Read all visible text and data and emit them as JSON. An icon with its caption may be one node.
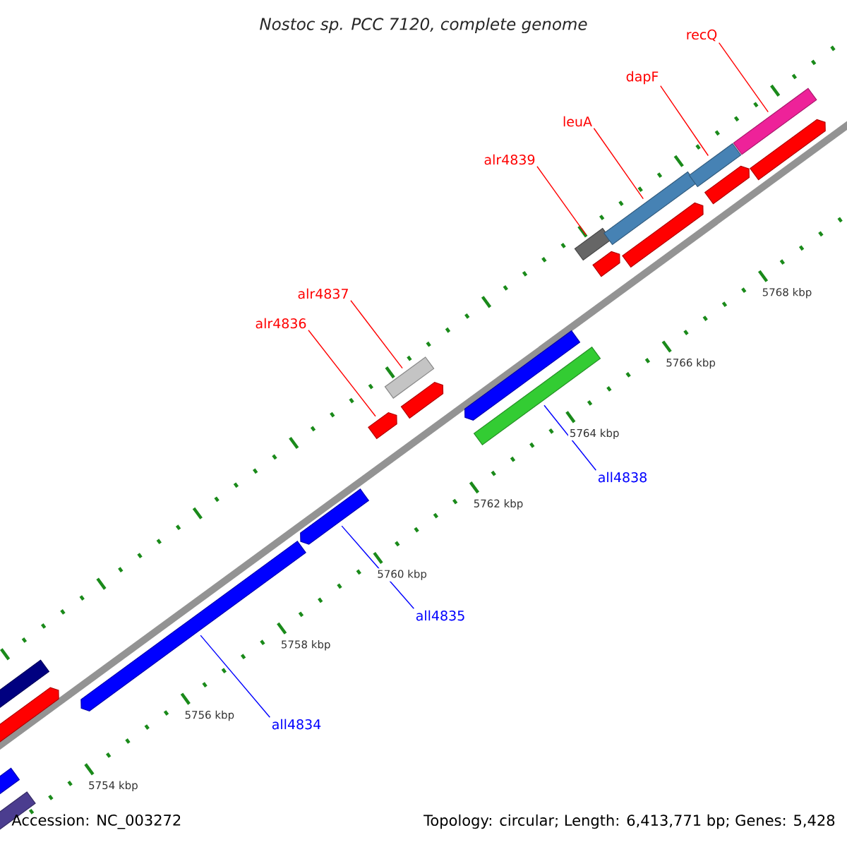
{
  "diagram": {
    "title": "Nostoc sp. PCC 7120, complete genome",
    "nodes": [
      {
        "text": [
          "alr4839"
        ]
      },
      {
        "text": [
          "leuA"
        ]
      },
      {
        "text": [
          "dapF"
        ]
      },
      {
        "text": [
          "recQ"
        ]
      },
      {
        "text": [
          "alr4837"
        ]
      },
      {
        "text": [
          "alr4836"
        ]
      },
      {
        "text": [
          "all4838"
        ]
      },
      {
        "text": [
          "all4835"
        ]
      },
      {
        "text": [
          "all4834"
        ]
      },
      {
        "text": [],
        "shape": "bar"
      },
      {
        "text": [],
        "shape": "bar"
      },
      {
        "text": [],
        "shape": "bar"
      },
      {
        "text": [],
        "shape": "bar"
      },
      {
        "text": [],
        "shape": "bar"
      },
      {
        "text": [],
        "shape": "bar"
      },
      {
        "text": [],
        "shape": "bar"
      },
      {
        "text": [],
        "shape": "bar"
      },
      {
        "text": [],
        "shape": "bar"
      },
      {
        "text": [],
        "shape": "bar"
      },
      {
        "text": [],
        "shape": "bar"
      },
      {
        "text": [],
        "shape": "bar"
      },
      {
        "text": [],
        "shape": "bar"
      },
      {
        "text": [],
        "shape": "bar"
      },
      {
        "text": [],
        "shape": "bar"
      },
      {
        "text": [],
        "shape": "bar"
      },
      {
        "text": [],
        "shape": "bar"
      },
      {
        "text": [],
        "shape": "bar"
      },
      {
        "text": [],
        "shape": "bar"
      }
    ],
    "edges": [
      {
        "from": 0,
        "to": 20,
        "arrow": "none"
      },
      {
        "from": 1,
        "to": 22,
        "arrow": "none"
      },
      {
        "from": 2,
        "to": 24,
        "arrow": "none"
      },
      {
        "from": 3,
        "to": 26,
        "arrow": "none"
      },
      {
        "from": 4,
        "to": 16,
        "arrow": "none"
      },
      {
        "from": 5,
        "to": 15,
        "arrow": "none"
      },
      {
        "from": 6,
        "to": 19,
        "arrow": "none",
        "color": "#0000ff"
      },
      {
        "from": 7,
        "to": 14,
        "arrow": "none",
        "color": "#0000ff"
      },
      {
        "from": 8,
        "to": 13,
        "arrow": "none",
        "color": "#0000ff"
      }
    ],
    "labels": [
      "5768 kbp",
      "5766 kbp",
      "5764 kbp",
      "5762 kbp",
      "5760 kbp",
      "5758 kbp",
      "5756 kbp",
      "5754 kbp",
      "Accession: NC_003272",
      "Topology: circular; Length: 6,413,771 bp; Genes: 5,428"
    ]
  }
}
